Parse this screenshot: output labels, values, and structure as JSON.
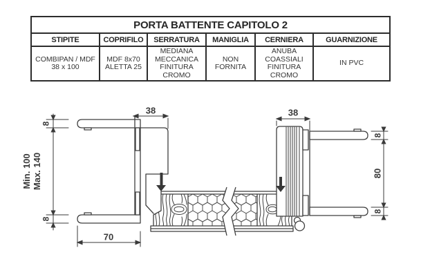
{
  "table": {
    "title": "PORTA BATTENTE CAPITOLO 2",
    "columns": [
      {
        "header": "STIPITE",
        "lines": [
          "COMBIPAN / MDF",
          "38 x 100"
        ]
      },
      {
        "header": "COPRIFILO",
        "lines": [
          "MDF 8x70",
          "ALETTA 25"
        ]
      },
      {
        "header": "SERRATURA",
        "lines": [
          "MEDIANA",
          "MECCANICA",
          "FINITURA",
          "CROMO"
        ]
      },
      {
        "header": "MANIGLIA",
        "lines": [
          "NON",
          "FORNITA"
        ]
      },
      {
        "header": "CERNIERA",
        "lines": [
          "ANUBA",
          "COASSIALI",
          "FINITURA",
          "CROMO"
        ]
      },
      {
        "header": "GUARNIZIONE",
        "lines": [
          "IN PVC"
        ]
      }
    ]
  },
  "diagram": {
    "dims": {
      "left_width": "38",
      "right_width": "38",
      "left_gap_top": "8",
      "left_gap_bottom": "8",
      "wall_min": "Min. 100",
      "wall_max": "Max. 140",
      "frame_depth": "70",
      "right_gap_top": "8",
      "right_height": "80",
      "right_gap_bottom": "8"
    }
  },
  "colors": {
    "ink": "#3a3a3a",
    "table_border": "#2c2c2c",
    "background": "#ffffff"
  }
}
